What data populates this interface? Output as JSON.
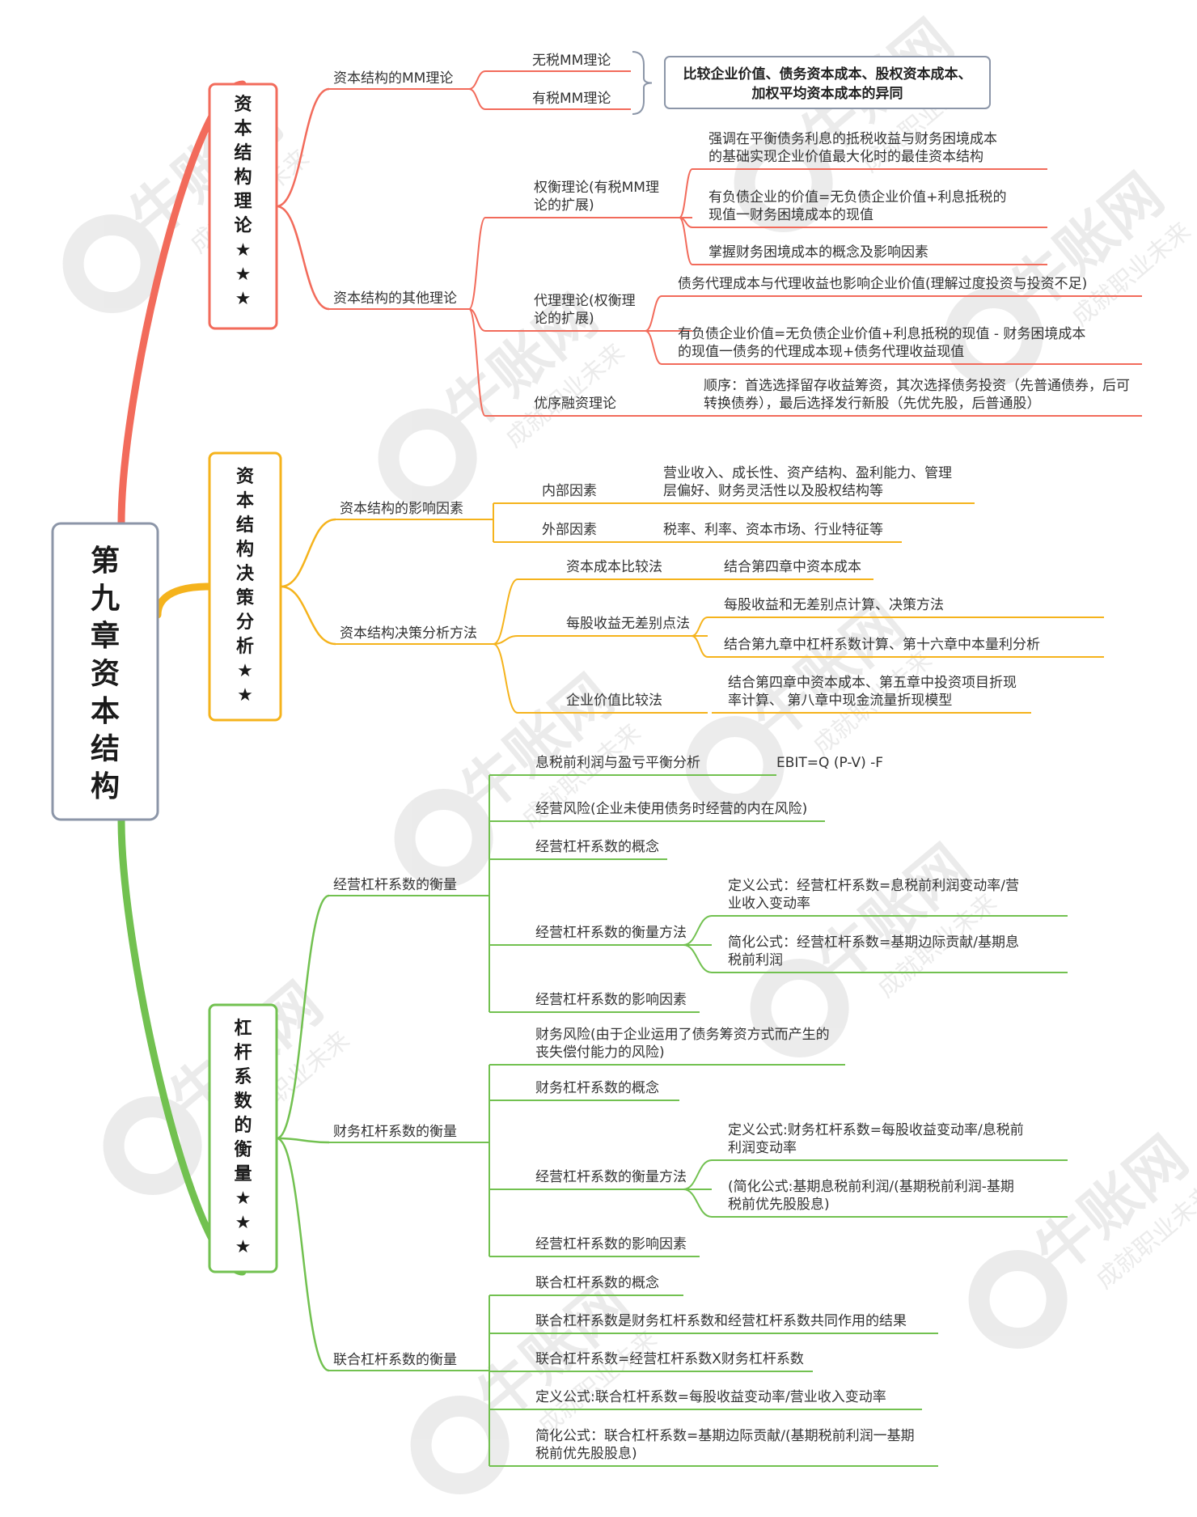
{
  "root": {
    "chars": [
      "第",
      "九",
      "章",
      "资",
      "本",
      "结",
      "构"
    ]
  },
  "branches": [
    {
      "id": "b1",
      "color": "#F26B5B",
      "box_chars": [
        "资",
        "本",
        "结",
        "构",
        "理",
        "论",
        "★",
        "★",
        "★"
      ],
      "groups": [
        {
          "label": "资本结构的MM理论",
          "items": [
            {
              "label": [
                "无税MM理论"
              ]
            },
            {
              "label": [
                "有税MM理论"
              ]
            }
          ],
          "callout": [
            "比较企业价值、债务资本成本、股权资本成本、",
            "加权平均资本成本的异同"
          ]
        },
        {
          "label": "资本结构的其他理论",
          "items": [
            {
              "label": [
                "权衡理论(有税MM理",
                "论的扩展)"
              ],
              "subs": [
                [
                  "强调在平衡债务利息的抵税收益与财务困境成本",
                  "的基础实现企业价值最大化时的最佳资本结构"
                ],
                [
                  "有负债企业的价值=无负债企业价值+利息抵税的",
                  "现值一财务困境成本的现值"
                ],
                [
                  "掌握财务困境成本的概念及影响因素"
                ]
              ]
            },
            {
              "label": [
                "代理理论(权衡理",
                "论的扩展)"
              ],
              "subs": [
                [
                  "债务代理成本与代理收益也影响企业价值(理解过度投资与投资不足)"
                ],
                [
                  "有负债企业价值=无负债企业价值+利息抵税的现值 - 财务困境成本",
                  "的现值一债务的代理成本现+债务代理收益现值"
                ]
              ]
            },
            {
              "label": [
                "优序融资理论"
              ],
              "subs": [
                [
                  "顺序：首选选择留存收益筹资，其次选择债务投资（先普通债券，后可",
                  "转换债券），最后选择发行新股（先优先股，后普通股）"
                ]
              ]
            }
          ]
        }
      ]
    },
    {
      "id": "b2",
      "color": "#F5B31C",
      "box_chars": [
        "资",
        "本",
        "结",
        "构",
        "决",
        "策",
        "分",
        "析",
        "★",
        "★"
      ],
      "groups": [
        {
          "label": "资本结构的影响因素",
          "items": [
            {
              "label": [
                "内部因素"
              ],
              "subs": [
                [
                  "营业收入、成长性、资产结构、盈利能力、管理",
                  "层偏好、财务灵活性以及股权结构等"
                ]
              ]
            },
            {
              "label": [
                "外部因素"
              ],
              "subs": [
                [
                  "税率、利率、资本市场、行业特征等"
                ]
              ]
            }
          ]
        },
        {
          "label": "资本结构决策分析方法",
          "items": [
            {
              "label": [
                "资本成本比较法"
              ],
              "subs": [
                [
                  "结合第四章中资本成本"
                ]
              ]
            },
            {
              "label": [
                "每股收益无差别点法"
              ],
              "subs": [
                [
                  "每股收益和无差别点计算、决策方法"
                ],
                [
                  "结合第九章中杠杆系数计算、第十六章中本量利分析"
                ]
              ]
            },
            {
              "label": [
                "企业价值比较法"
              ],
              "subs": [
                [
                  "结合第四章中资本成本、第五章中投资项目折现",
                  "率计算、 第八章中现金流量折现模型"
                ]
              ]
            }
          ]
        }
      ]
    },
    {
      "id": "b3",
      "color": "#72C150",
      "box_chars": [
        "杠",
        "杆",
        "系",
        "数",
        "的",
        "衡",
        "量",
        "★",
        "★",
        "★"
      ],
      "groups": [
        {
          "label": "经营杠杆系数的衡量",
          "items": [
            {
              "label": [
                "息税前利润与盈亏平衡分析"
              ],
              "subs": [
                [
                  "EBIT=Q (P-V) -F"
                ]
              ]
            },
            {
              "label": [
                "经营风险(企业未使用债务时经营的内在风险)"
              ]
            },
            {
              "label": [
                "经营杠杆系数的概念"
              ]
            },
            {
              "label": [
                "经营杠杆系数的衡量方法"
              ],
              "subs": [
                [
                  "定义公式：经营杠杆系数=息税前利润变动率/营",
                  "业收入变动率"
                ],
                [
                  "简化公式：经营杠杆系数=基期边际贡献/基期息",
                  "税前利润"
                ]
              ]
            },
            {
              "label": [
                "经营杠杆系数的影响因素"
              ]
            }
          ]
        },
        {
          "label": "财务杠杆系数的衡量",
          "items": [
            {
              "label": [
                "财务风险(由于企业运用了债务筹资方式而产生的",
                "丧失偿付能力的风险)"
              ]
            },
            {
              "label": [
                "财务杠杆系数的概念"
              ]
            },
            {
              "label": [
                "经营杠杆系数的衡量方法"
              ],
              "subs": [
                [
                  "定义公式:财务杠杆系数=每股收益变动率/息税前",
                  "利润变动率"
                ],
                [
                  "(简化公式:基期息税前利润/(基期税前利润-基期",
                  "税前优先股股息)"
                ]
              ]
            },
            {
              "label": [
                "经营杠杆系数的影响因素"
              ]
            }
          ]
        },
        {
          "label": "联合杠杆系数的衡量",
          "items": [
            {
              "label": [
                "联合杠杆系数的概念"
              ]
            },
            {
              "label": [
                "联合杠杆系数是财务杠杆系数和经营杠杆系数共同作用的结果"
              ]
            },
            {
              "label": [
                "联合杠杆系数=经营杠杆系数X财务杠杆系数"
              ]
            },
            {
              "label": [
                "定义公式:联合杠杆系数=每股收益变动率/营业收入变动率"
              ]
            },
            {
              "label": [
                "简化公式：联合杠杆系数=基期边际贡献/(基期税前利润一基期",
                "税前优先股股息)"
              ]
            }
          ]
        }
      ]
    }
  ],
  "watermark": {
    "brand": "牛账网",
    "slogan": "成就职业未来"
  }
}
